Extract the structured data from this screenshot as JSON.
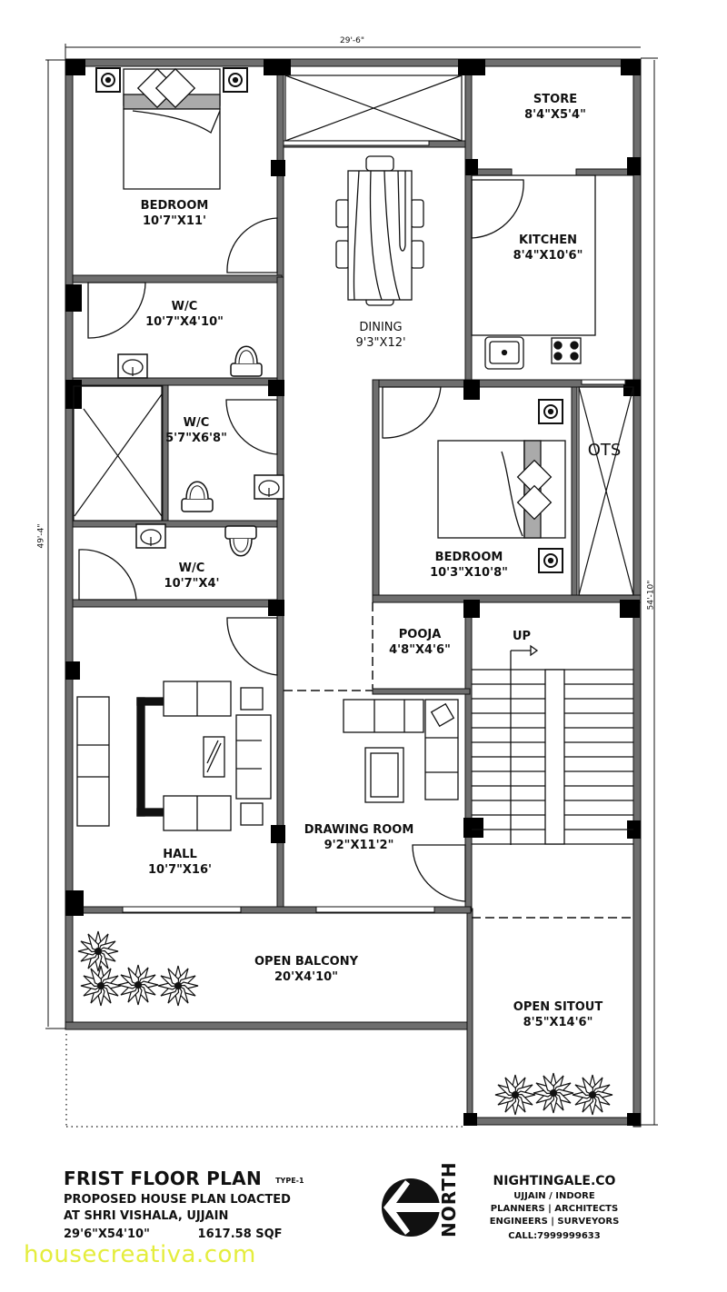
{
  "dimensions": {
    "top_width": "29'-6\"",
    "left_height": "49'-4\"",
    "right_height": "54'-10\""
  },
  "rooms": {
    "bedroom_1": {
      "name": "BEDROOM",
      "dim": "10'7\"X11'"
    },
    "store": {
      "name": "STORE",
      "dim": "8'4\"X5'4\""
    },
    "kitchen": {
      "name": "KITCHEN",
      "dim": "8'4\"X10'6\""
    },
    "dining": {
      "name": "DINING",
      "dim": "9'3\"X12'"
    },
    "wc_1": {
      "name": "W/C",
      "dim": "10'7\"X4'10\""
    },
    "wc_2": {
      "name": "W/C",
      "dim": "5'7\"X6'8\""
    },
    "wc_3": {
      "name": "W/C",
      "dim": "10'7\"X4'"
    },
    "bedroom_2": {
      "name": "BEDROOM",
      "dim": "10'3\"X10'8\""
    },
    "ots": {
      "name": "OTS"
    },
    "pooja": {
      "name": "POOJA",
      "dim": "4'8\"X4'6\""
    },
    "stairs": {
      "label": "UP"
    },
    "hall": {
      "name": "HALL",
      "dim": "10'7\"X16'"
    },
    "drawing_room": {
      "name": "DRAWING ROOM",
      "dim": "9'2\"X11'2\""
    },
    "open_balcony": {
      "name": "OPEN BALCONY",
      "dim": "20'X4'10\""
    },
    "open_sitout": {
      "name": "OPEN SITOUT",
      "dim": "8'5\"X14'6\""
    }
  },
  "title_block": {
    "title": "FRIST FLOOR PLAN",
    "type": "TYPE-1",
    "line1": "PROPOSED HOUSE PLAN LOACTED",
    "line2": "AT  SHRI VISHALA, UJJAIN",
    "plot_size": "29'6\"X54'10\"",
    "area": "1617.58 SQF"
  },
  "north_arrow": {
    "label": "NORTH",
    "icon": "north-arrow-icon"
  },
  "firm": {
    "name": "NIGHTINGALE.CO",
    "city": "UJJAIN / INDORE",
    "services_1": "PLANNERS | ARCHITECTS",
    "services_2": "ENGINEERS | SURVEYORS",
    "phone": "CALL:7999999633"
  },
  "watermark": "housecreativa.com",
  "colors": {
    "wall": "#6e6e6e",
    "column": "#000000",
    "line": "#111111",
    "watermark": "#e4ed3c"
  }
}
